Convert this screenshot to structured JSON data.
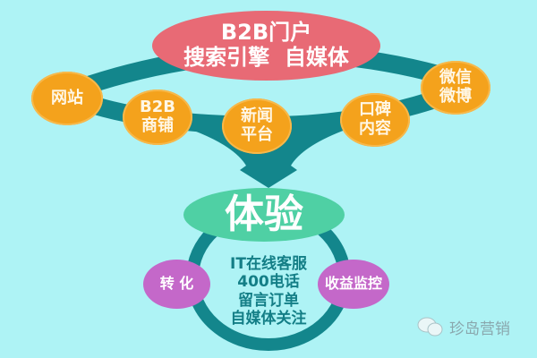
{
  "colors": {
    "background": "#aef3f5",
    "connector": "#13868c",
    "orange_node": "#f4a21c",
    "pink_node": "#e86a75",
    "green_node": "#4fd0a4",
    "purple_node": "#c468c9",
    "center_text": "#137e86"
  },
  "top": {
    "line1": "B2B门户",
    "line2": "搜索引擎  自媒体"
  },
  "channels": [
    {
      "line1": "网站",
      "line2": ""
    },
    {
      "line1": "B2B",
      "line2": "商铺"
    },
    {
      "line1": "新闻",
      "line2": "平台"
    },
    {
      "line1": "口碑",
      "line2": "内容"
    },
    {
      "line1": "微信",
      "line2": "微博"
    }
  ],
  "experience": {
    "title": "体验",
    "items": [
      "IT在线客服",
      "400电话",
      "留言订单",
      "自媒体关注"
    ],
    "left": "转 化",
    "right": "收益监控"
  },
  "watermark": {
    "icon": "wechat-icon",
    "text": "珍岛营销"
  }
}
